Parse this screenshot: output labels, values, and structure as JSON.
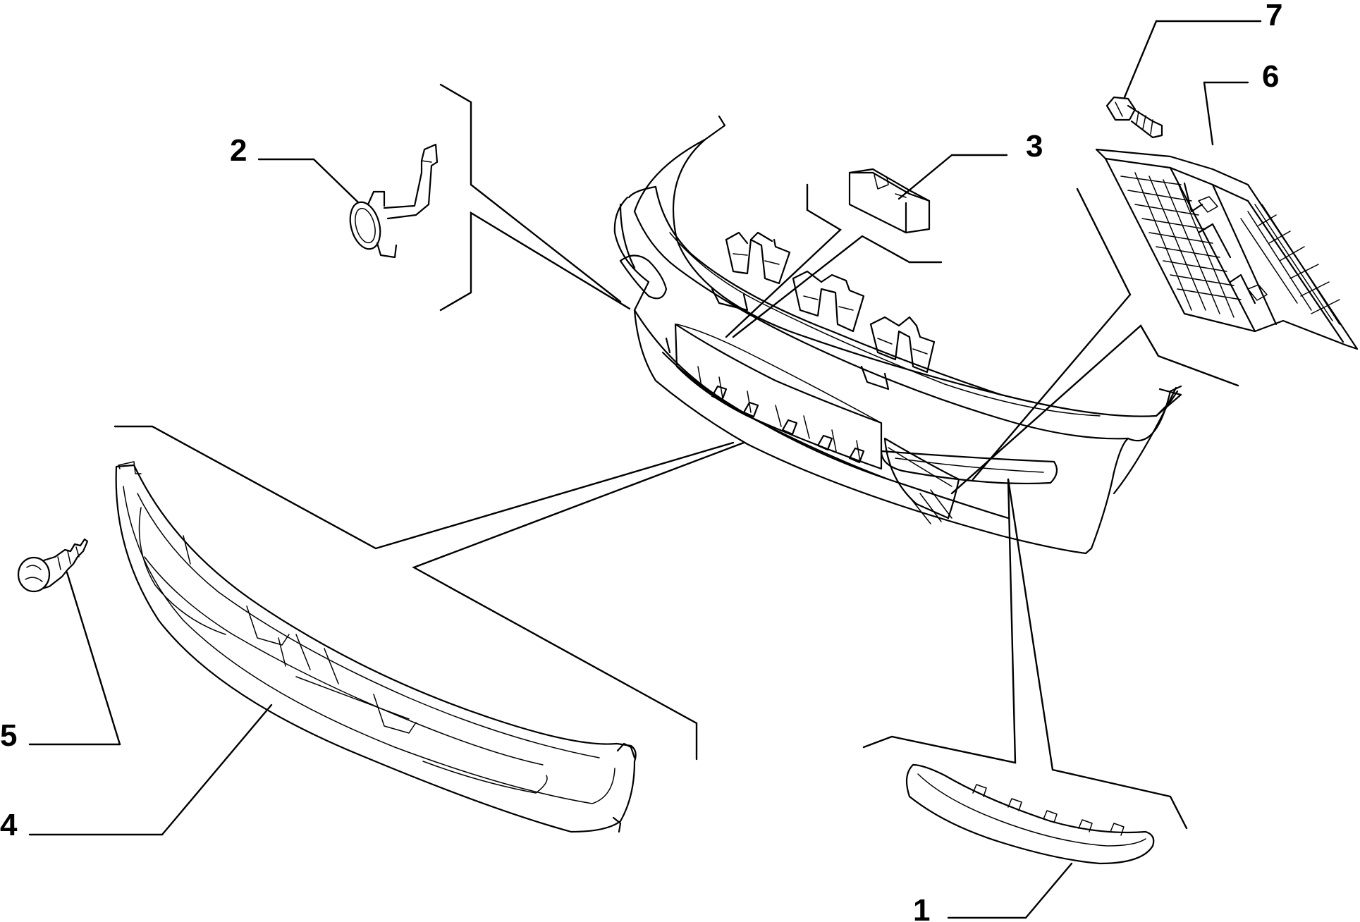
{
  "callouts": {
    "part_1": "1",
    "part_2": "2",
    "part_3": "3",
    "part_4": "4",
    "part_5": "5",
    "part_6": "6",
    "part_7": "7"
  }
}
